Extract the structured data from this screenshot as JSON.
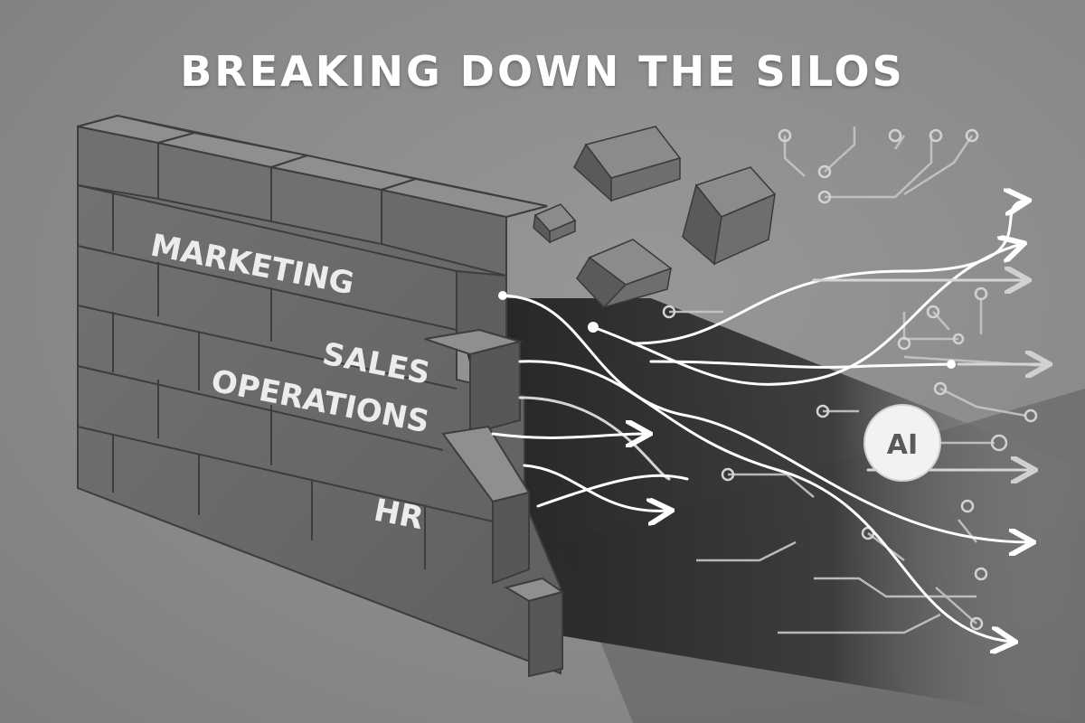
{
  "title": "BREAKING DOWN THE SILOS",
  "wall_labels": {
    "marketing": "MARKETING",
    "sales": "SALES",
    "operations": "OPERATIONS",
    "hr": "HR"
  },
  "ai_badge": "AI",
  "colors": {
    "background": "#8c8c8c",
    "wall": "#6b6b6b",
    "wall_top": "#8a8a8a",
    "shadow": "#2a2a2a",
    "flow_line": "#ffffff",
    "circuit": "#c8c8c8"
  },
  "icons": {
    "flow_arrows": "arrow-right-icon",
    "circuit_nodes": "circuit-node-icon"
  }
}
